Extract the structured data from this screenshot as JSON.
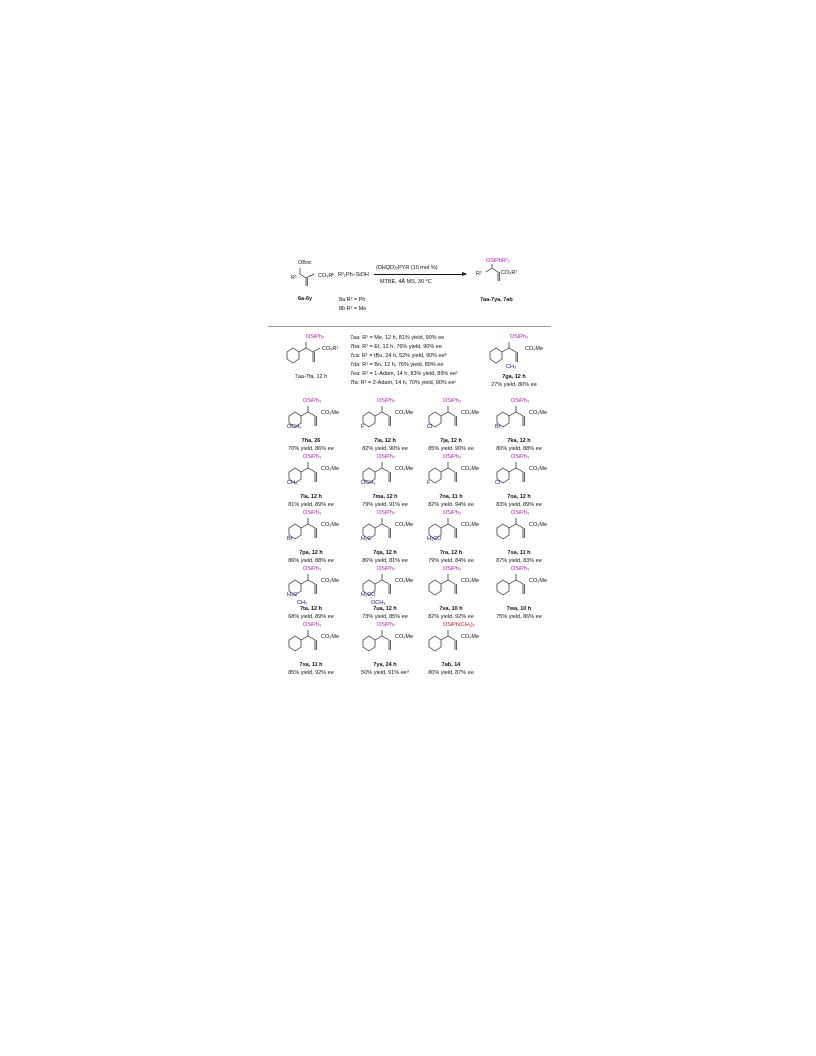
{
  "reaction": {
    "sm_boc": "OBoc",
    "sm_r1": "R¹",
    "sm_ester": "CO₂R",
    "sm_label": "6a-6y",
    "plus": "+",
    "silanol": "R²₂Ph–SiOH",
    "catalyst": "(DHQD)₂PYR (10 mol %)",
    "conditions": "MTBE, 4Å MS, 30 °C",
    "reagent_a": "8a R² = Ph",
    "reagent_b": "8b R² = Me",
    "prod_osi": "OSiPhR²₂",
    "prod_r1": "R¹",
    "prod_ester": "CO₂R¹",
    "product_label": "7aa-7ya, 7ab"
  },
  "entries_top": {
    "first_label": "7aa-7fa, 12 h",
    "first_osi": "OSiPh₃",
    "first_ester": "CO₂R¹",
    "lines": [
      "7aa: R¹ = Me, 12 h, 81% yield, 90% ee",
      "7ba: R¹ = Et, 12 h, 76% yield, 90% ee",
      "7ca: R¹ = tBu, 24 h, 52% yield, 90% eeᵇ",
      "7da: R¹ = Bn, 12 h, 76% yield, 89% ee",
      "7ea: R¹ = 1-Adam, 14 h, 83% yield, 89% eeᶜ",
      "7fa: R¹ = 2-Adam, 14 h, 70% yield, 90% eeᶜ"
    ],
    "ga_osi": "OSiPh₃",
    "ga_ester": "CO₂Me",
    "ga_sub": "CH₃",
    "ga_label": "7ga, 12 h",
    "ga_result": "27% yield, 80% ee"
  },
  "grid": [
    {
      "osi": "OSiPh₃",
      "ester": "CO₂Me",
      "sub": "OCH₃",
      "label": "7ha, 26",
      "result": "70% yield, 86% ee"
    },
    {
      "osi": "OSiPh₃",
      "ester": "CO₂Me",
      "sub": "F",
      "label": "7ia, 12 h",
      "result": "82% yield, 90% ee"
    },
    {
      "osi": "OSiPh₃",
      "ester": "CO₂Me",
      "sub": "Cl",
      "label": "7ja, 12 h",
      "result": "85% yield, 90% ee"
    },
    {
      "osi": "OSiPh₃",
      "ester": "CO₂Me",
      "sub": "Br",
      "label": "7ka, 12 h",
      "result": "80% yield, 88% ee"
    },
    {
      "osi": "OSiPh₃",
      "ester": "CO₂Me",
      "sub": "CH₃",
      "label": "7la, 12 h",
      "result": "81% yield, 89% ee"
    },
    {
      "osi": "OSiPh₃",
      "ester": "CO₂Me",
      "sub": "OCH₃",
      "label": "7ma, 12 h",
      "result": "79% yield, 91% ee"
    },
    {
      "osi": "OSiPh₃",
      "ester": "CO₂Me",
      "sub": "F",
      "label": "7na, 11 h",
      "result": "82% yield, 94% ee"
    },
    {
      "osi": "OSiPh₃",
      "ester": "CO₂Me",
      "sub": "Cl",
      "label": "7oa, 12 h",
      "result": "83% yield, 89% ee"
    },
    {
      "osi": "OSiPh₃",
      "ester": "CO₂Me",
      "sub": "Br",
      "label": "7pa, 12 h",
      "result": "86% yield, 88% ee"
    },
    {
      "osi": "OSiPh₃",
      "ester": "CO₂Me",
      "sub": "H₃C",
      "label": "7qa, 12 h",
      "result": "86% yield, 81% ee"
    },
    {
      "osi": "OSiPh₃",
      "ester": "CO₂Me",
      "sub": "H₃CO",
      "label": "7ra, 12 h",
      "result": "79% yield, 84% ee"
    },
    {
      "osi": "OSiPh₃",
      "ester": "CO₂Me",
      "sub": "",
      "label": "7sa, 11 h",
      "result": "87% yield, 83% ee"
    },
    {
      "osi": "OSiPh₃",
      "ester": "CO₂Me",
      "sub": "H₃C",
      "sub2": "CH₃",
      "label": "7ta, 12 h",
      "result": "68% yield, 89% ee"
    },
    {
      "osi": "OSiPh₃",
      "ester": "CO₂Me",
      "sub": "H₃CO",
      "sub2": "OCH₃",
      "label": "7ua, 12 h",
      "result": "73% yield, 85% ee"
    },
    {
      "osi": "OSiPh₃",
      "ester": "CO₂Me",
      "sub": "",
      "label": "7va, 10 h",
      "result": "82% yield, 92% ee"
    },
    {
      "osi": "OSiPh₃",
      "ester": "CO₂Me",
      "sub": "",
      "label": "7wa, 10 h",
      "result": "75% yield, 86% ee"
    },
    {
      "osi": "OSiPh₃",
      "ester": "CO₂Me",
      "sub": "",
      "label": "7xa, 11 h",
      "result": "85% yield, 92% ee"
    },
    {
      "osi": "OSiPh₃",
      "ester": "CO₂Me",
      "sub": "",
      "label": "7ya, 24 h",
      "result": "50% yield, 91% eeᵈ"
    },
    {
      "osi": "OSiPh(CH₃)₂",
      "ester": "CO₂Me",
      "sub": "",
      "label": "7ab, 14",
      "result": "80% yield, 87% ee"
    }
  ]
}
